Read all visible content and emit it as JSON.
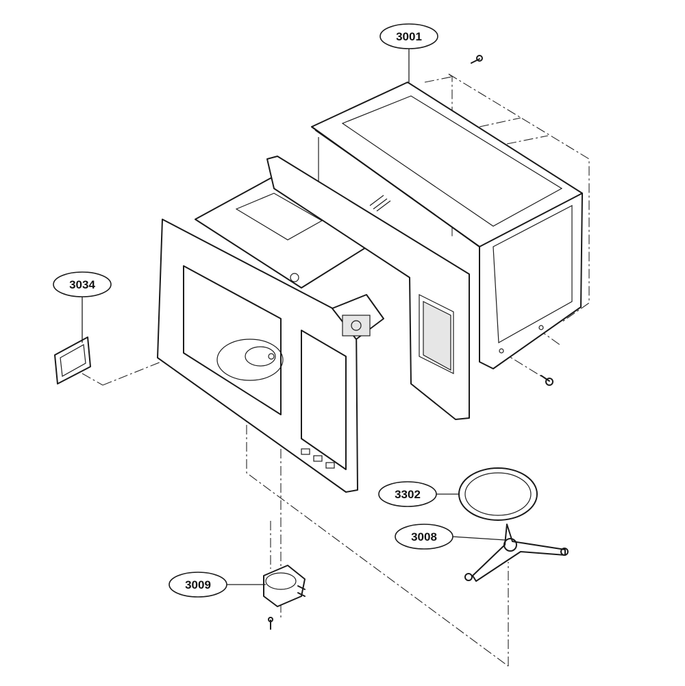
{
  "callouts": {
    "outer_case": "3001",
    "cover_plate": "3034",
    "glass_tray": "3302",
    "roller_support": "3008",
    "turntable_motor": "3009"
  }
}
